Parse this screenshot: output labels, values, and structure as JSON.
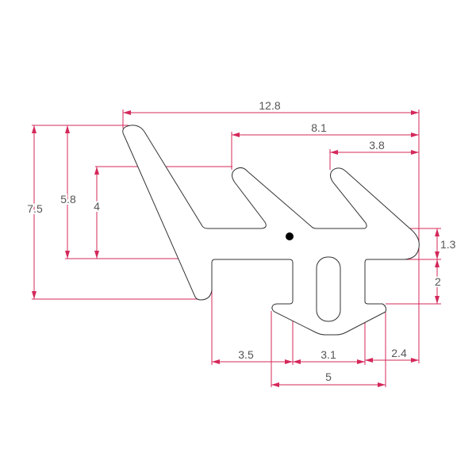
{
  "drawing": {
    "type": "rubber seal profile cross-section",
    "line_color": "#d4285a",
    "outline_color": "#333333",
    "dimensions": {
      "overall_width": "12.8",
      "second_lip_width": "8.1",
      "third_lip_width": "3.8",
      "overall_height": "7.5",
      "lip_height": "5.8",
      "mid_lip_height": "4",
      "right_nose_height": "1.3",
      "stem_height": "2",
      "left_flange_width": "3.5",
      "stem_width": "3.1",
      "right_flange_width": "2.4",
      "foot_width": "5"
    }
  }
}
